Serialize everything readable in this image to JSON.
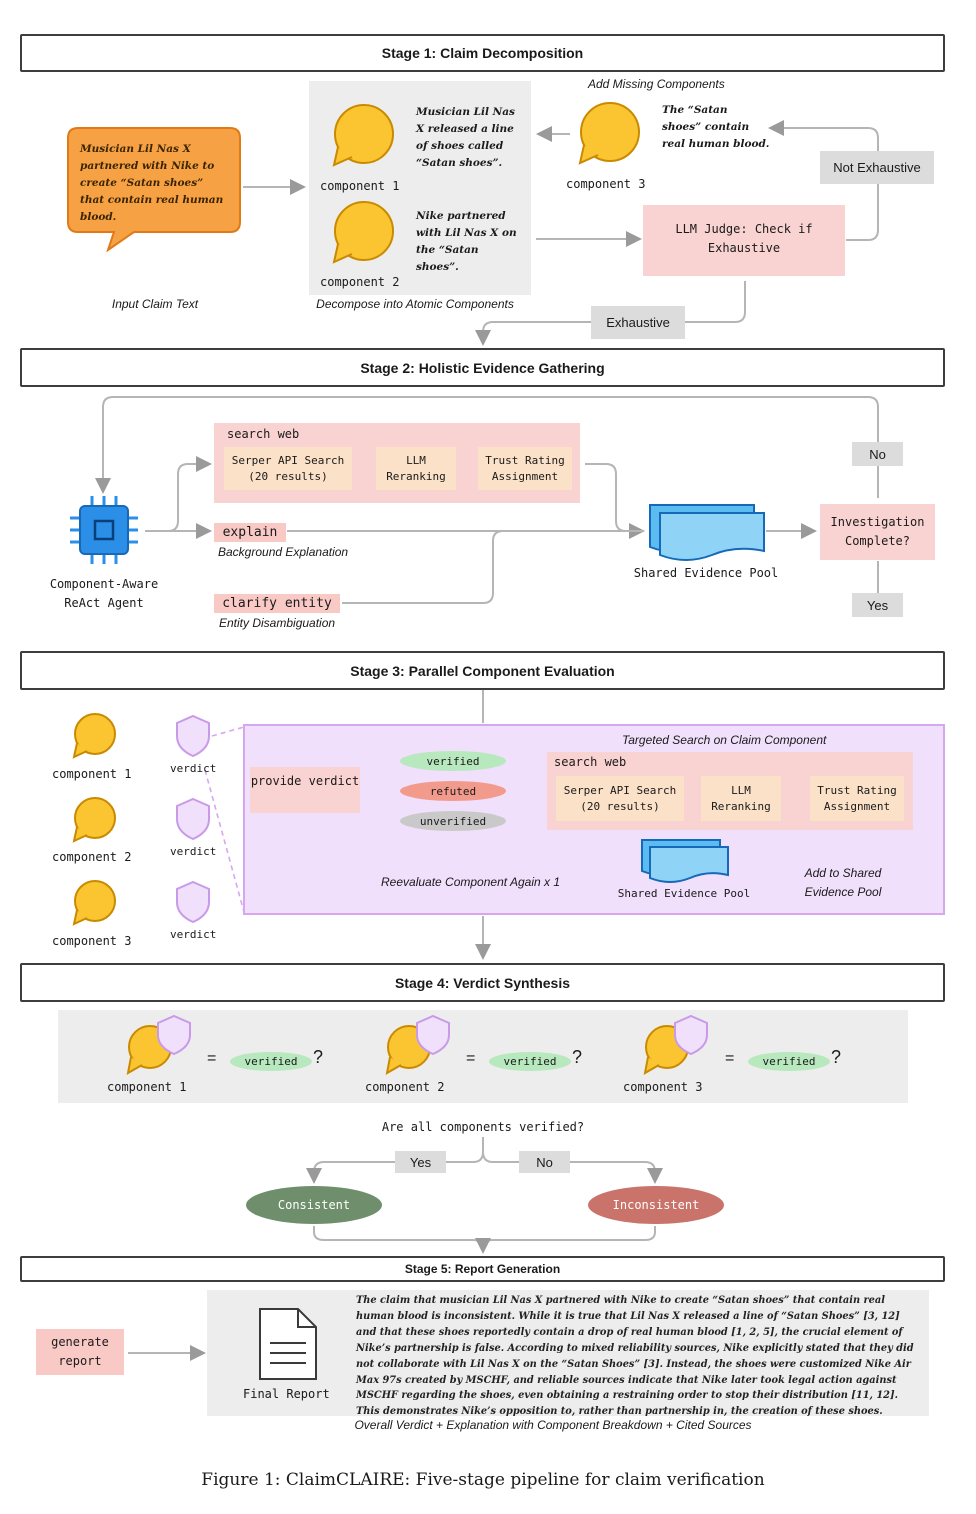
{
  "stage1": {
    "title": "Stage 1: Claim Decomposition",
    "input_claim": "Musician Lil Nas X partnered with Nike to create “Satan shoes” that contain real human blood.",
    "input_label": "Input Claim Text",
    "component1_text": "Musician Lil Nas X released a line of shoes called “Satan shoes”.",
    "component2_text": "Nike partnered with Lil Nas X on the “Satan shoes”.",
    "component3_text": "The “Satan shoes” contain real human blood.",
    "component1_label": "component 1",
    "component2_label": "component 2",
    "component3_label": "component 3",
    "decompose_label": "Decompose into Atomic Components",
    "add_missing": "Add Missing Components",
    "judge": "LLM Judge: Check if Exhaustive",
    "not_exhaustive": "Not Exhaustive",
    "exhaustive": "Exhaustive"
  },
  "stage2": {
    "title": "Stage 2: Holistic Evidence Gathering",
    "search_web": "search web",
    "serper": "Serper API Search (20 results)",
    "llm_rerank": "LLM Reranking",
    "trust": "Trust Rating Assignment",
    "explain": "explain",
    "explain_desc": "Background Explanation",
    "clarify": "clarify entity",
    "clarify_desc": "Entity Disambiguation",
    "agent": "Component-Aware ReAct Agent",
    "pool": "Shared Evidence Pool",
    "complete": "Investigation Complete?",
    "no": "No",
    "yes": "Yes"
  },
  "stage3": {
    "title": "Stage 3: Parallel Component Evaluation",
    "components": [
      "component 1",
      "component 2",
      "component 3"
    ],
    "verdict": "verdict",
    "targeted": "Targeted Search on Claim Component",
    "provide": "provide verdict",
    "verified": "verified",
    "refuted": "refuted",
    "unverified": "unverified",
    "search_web": "search web",
    "serper": "Serper API Search (20 results)",
    "llm_rerank": "LLM Reranking",
    "trust": "Trust Rating Assignment",
    "pool": "Shared Evidence Pool",
    "add_pool": "Add to Shared Evidence Pool",
    "reeval": "Reevaluate Component Again x 1"
  },
  "stage4": {
    "title": "Stage 4: Verdict Synthesis",
    "components": [
      "component 1",
      "component 2",
      "component 3"
    ],
    "eq": "=",
    "verified": "verified",
    "q": "?",
    "question": "Are all components verified?",
    "yes": "Yes",
    "no": "No",
    "consistent": "Consistent",
    "inconsistent": "Inconsistent"
  },
  "stage5": {
    "title": "Stage 5: Report Generation",
    "generate": "generate report",
    "final": "Final Report",
    "report_text": "The claim that musician Lil Nas X partnered with Nike to create “Satan shoes” that contain real human blood is inconsistent. While it is true that Lil Nas X released a line of “Satan Shoes” [3, 12] and that these shoes reportedly contain a drop of real human blood [1, 2, 5], the crucial element of Nike’s partnership is false. According to mixed reliability sources, Nike explicitly stated that they did not collaborate with Lil Nas X on the “Satan Shoes” [3]. Instead, the shoes were customized Nike Air Max 97s created by MSCHF, and reliable sources indicate that Nike later took legal action against MSCHF regarding the shoes, even obtaining a restraining order to stop their distribution [11, 12]. This demonstrates Nike’s opposition to, rather than partnership in, the creation of these shoes.",
    "overall": "Overall Verdict + Explanation with Component Breakdown + Cited Sources"
  },
  "caption": "Figure 1: ClaimCLAIRE: Five-stage pipeline for claim verification",
  "colors": {
    "bubble": "#fbc532",
    "orange": "#f7a145",
    "pink": "#f9d3d1",
    "peach": "#fbe1c8",
    "purple": "#f0e0fb",
    "green": "#b8e8bd",
    "red": "#f29b8c",
    "gray": "#dcdcdc",
    "consistent": "#6f8f6c",
    "inconsistent": "#c9736b",
    "blue": "#2b8fe8"
  }
}
